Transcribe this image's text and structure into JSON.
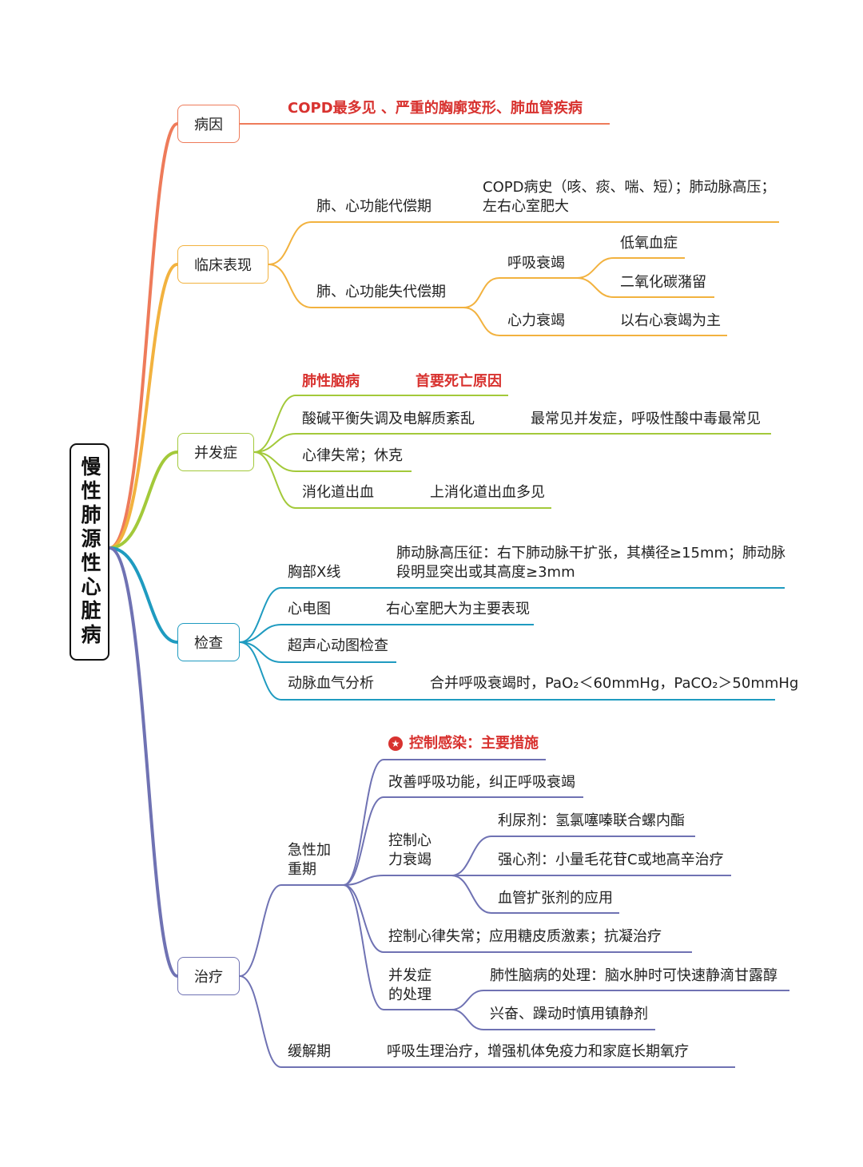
{
  "root": {
    "title": "慢性肺源性心脏病"
  },
  "colors": {
    "cause": "#ee7b5a",
    "clinical": "#f2b23f",
    "complication": "#a3c93a",
    "exam": "#1f9bc0",
    "treatment": "#6f72b3",
    "highlight": "#d8322f"
  },
  "branches": {
    "cause": {
      "label": "病因",
      "items": [
        {
          "text": "COPD最多见 、严重的胸廓变形、肺血管疾病"
        }
      ]
    },
    "clinical": {
      "label": "临床表现",
      "compensated": {
        "label": "肺、心功能代偿期",
        "detail_line1": "COPD病史（咳、痰、喘、短）；肺动脉高压；",
        "detail_line2": "左右心室肥大"
      },
      "decompensated": {
        "label": "肺、心功能失代偿期",
        "respiratory": {
          "label": "呼吸衰竭",
          "items": [
            "低氧血症",
            "二氧化碳潴留"
          ]
        },
        "heart": {
          "label": "心力衰竭",
          "detail": "以右心衰竭为主"
        }
      }
    },
    "complication": {
      "label": "并发症",
      "items": [
        {
          "label": "肺性脑病",
          "detail": "首要死亡原因"
        },
        {
          "label": "酸碱平衡失调及电解质紊乱",
          "detail": "最常见并发症，呼吸性酸中毒最常见"
        },
        {
          "label": "心律失常；休克",
          "detail": ""
        },
        {
          "label": "消化道出血",
          "detail": "上消化道出血多见"
        }
      ]
    },
    "exam": {
      "label": "检查",
      "items": [
        {
          "label": "胸部X线",
          "detail_line1": "肺动脉高压征：右下肺动脉干扩张，其横径≥15mm；肺动脉",
          "detail_line2": "段明显突出或其高度≥3mm"
        },
        {
          "label": "心电图",
          "detail": "右心室肥大为主要表现"
        },
        {
          "label": "超声心动图检查",
          "detail": ""
        },
        {
          "label": "动脉血气分析",
          "detail": "合并呼吸衰竭时，PaO₂＜60mmHg，PaCO₂＞50mmHg"
        }
      ]
    },
    "treatment": {
      "label": "治疗",
      "acute": {
        "label_line1": "急性加",
        "label_line2": "重期",
        "key_measure": "控制感染：主要措施",
        "key_icon": "star-icon",
        "respiratory": "改善呼吸功能，纠正呼吸衰竭",
        "heart_failure": {
          "label_line1": "控制心",
          "label_line2": "力衰竭",
          "items": [
            "利尿剂：氢氯噻嗪联合螺内酯",
            "强心剂：小量毛花苷C或地高辛治疗",
            "血管扩张剂的应用"
          ]
        },
        "arrhythmia": "控制心律失常；应用糖皮质激素；抗凝治疗",
        "complication": {
          "label_line1": "并发症",
          "label_line2": "的处理",
          "items": [
            "肺性脑病的处理：脑水肿时可快速静滴甘露醇",
            "兴奋、躁动时慎用镇静剂"
          ]
        }
      },
      "remission": {
        "label": "缓解期",
        "detail": "呼吸生理治疗，增强机体免疫力和家庭长期氧疗"
      }
    }
  }
}
